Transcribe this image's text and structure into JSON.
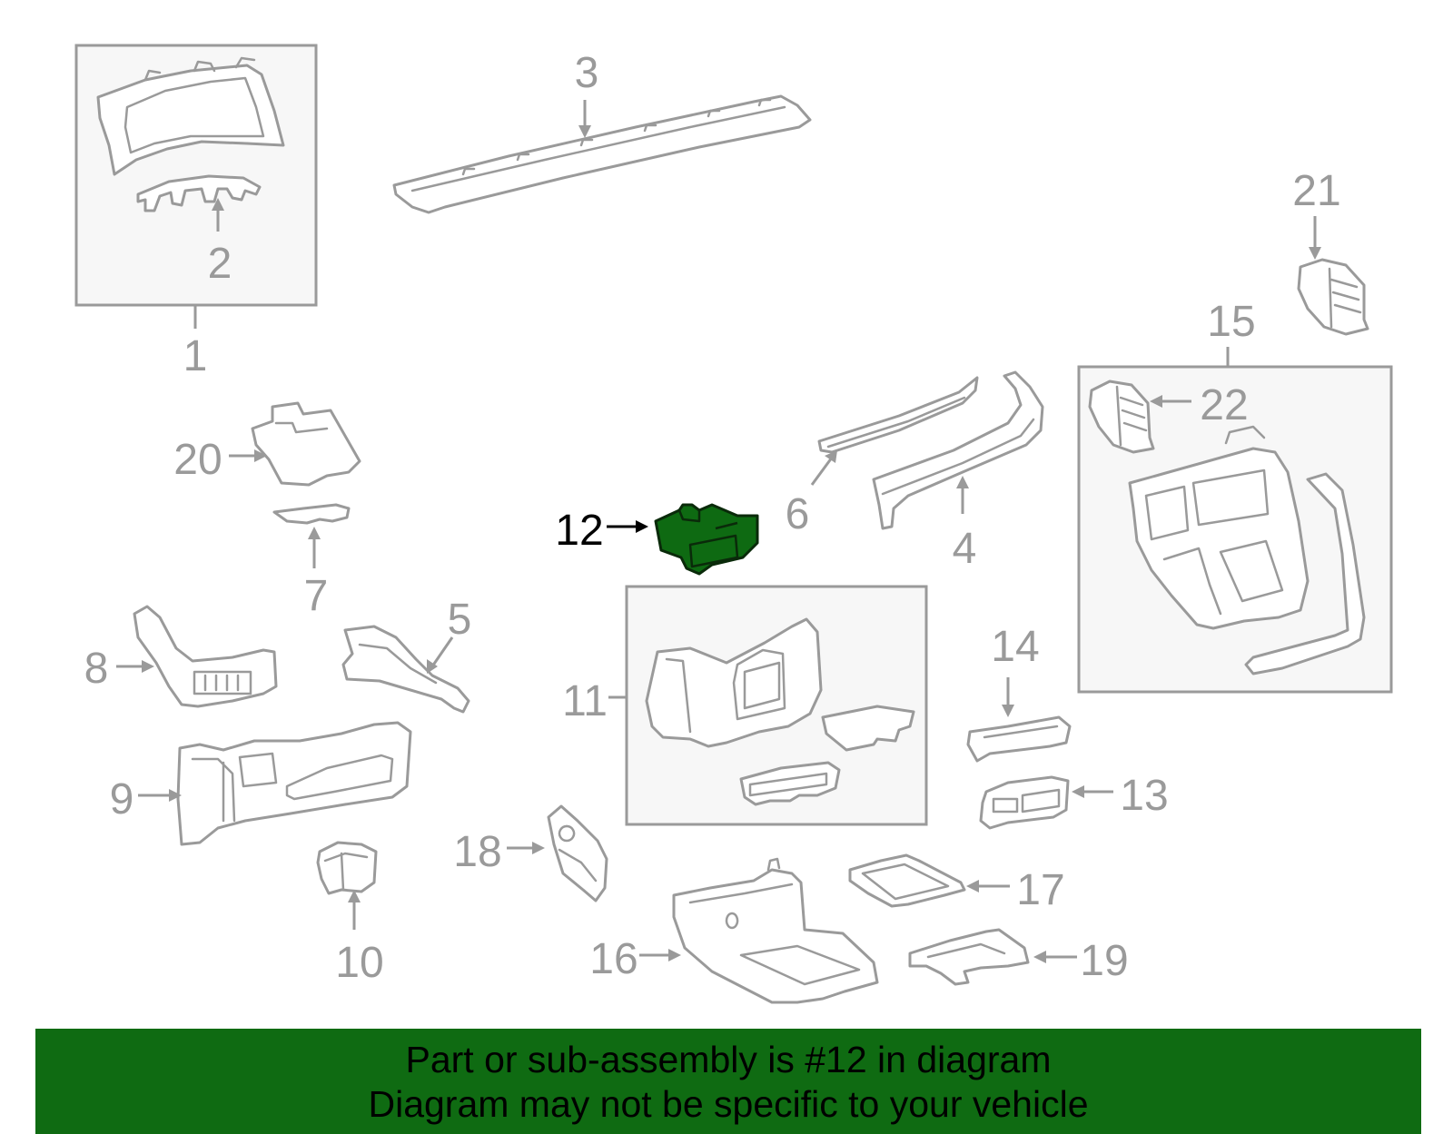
{
  "colors": {
    "line": "#9a9a9a",
    "highlight_fill": "#0e6a12",
    "highlight_stroke": "#0a2a0a",
    "highlight_label": "#000000",
    "banner_bg": "#0f6b12",
    "banner_text": "#000000",
    "box_fill": "#f7f7f7"
  },
  "highlighted_part": "12",
  "callouts": {
    "c1": "1",
    "c2": "2",
    "c3": "3",
    "c4": "4",
    "c5": "5",
    "c6": "6",
    "c7": "7",
    "c8": "8",
    "c9": "9",
    "c10": "10",
    "c11": "11",
    "c12": "12",
    "c13": "13",
    "c14": "14",
    "c15": "15",
    "c16": "16",
    "c17": "17",
    "c18": "18",
    "c19": "19",
    "c20": "20",
    "c21": "21",
    "c22": "22"
  },
  "banner": {
    "line1": "Part or sub-assembly is #12 in diagram",
    "line2": "Diagram may not be specific to your vehicle"
  }
}
